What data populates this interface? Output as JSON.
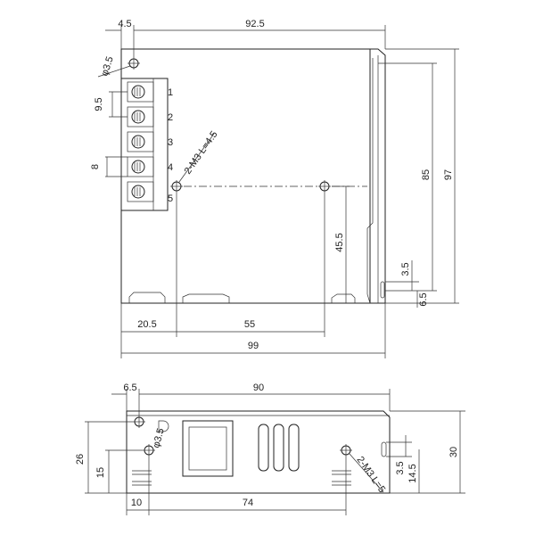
{
  "top_view": {
    "dims": {
      "hole_offset": "4.5",
      "width": "92.5",
      "hole_dia": "φ3.5",
      "terminal_pitch": "9.5",
      "terminal_width": "8",
      "mount_spec": "2-M3 L=4.5",
      "height_inner": "85",
      "height_outer": "97",
      "vertical_mount": "45.5",
      "slot": "3.5",
      "slot_offset": "6.5",
      "left_offset": "20.5",
      "hole_spacing": "55",
      "total_width": "99"
    },
    "terminals": [
      "1",
      "2",
      "3",
      "4",
      "5"
    ]
  },
  "side_view": {
    "dims": {
      "left_offset": "6.5",
      "width": "90",
      "hole_dia": "φ3.5",
      "height_a": "26",
      "height_b": "15",
      "mount_spec": "2-M3 L=5",
      "slot": "3.5",
      "height_c": "14.5",
      "height_total": "30",
      "bottom_left": "10",
      "hole_spacing": "74"
    }
  }
}
